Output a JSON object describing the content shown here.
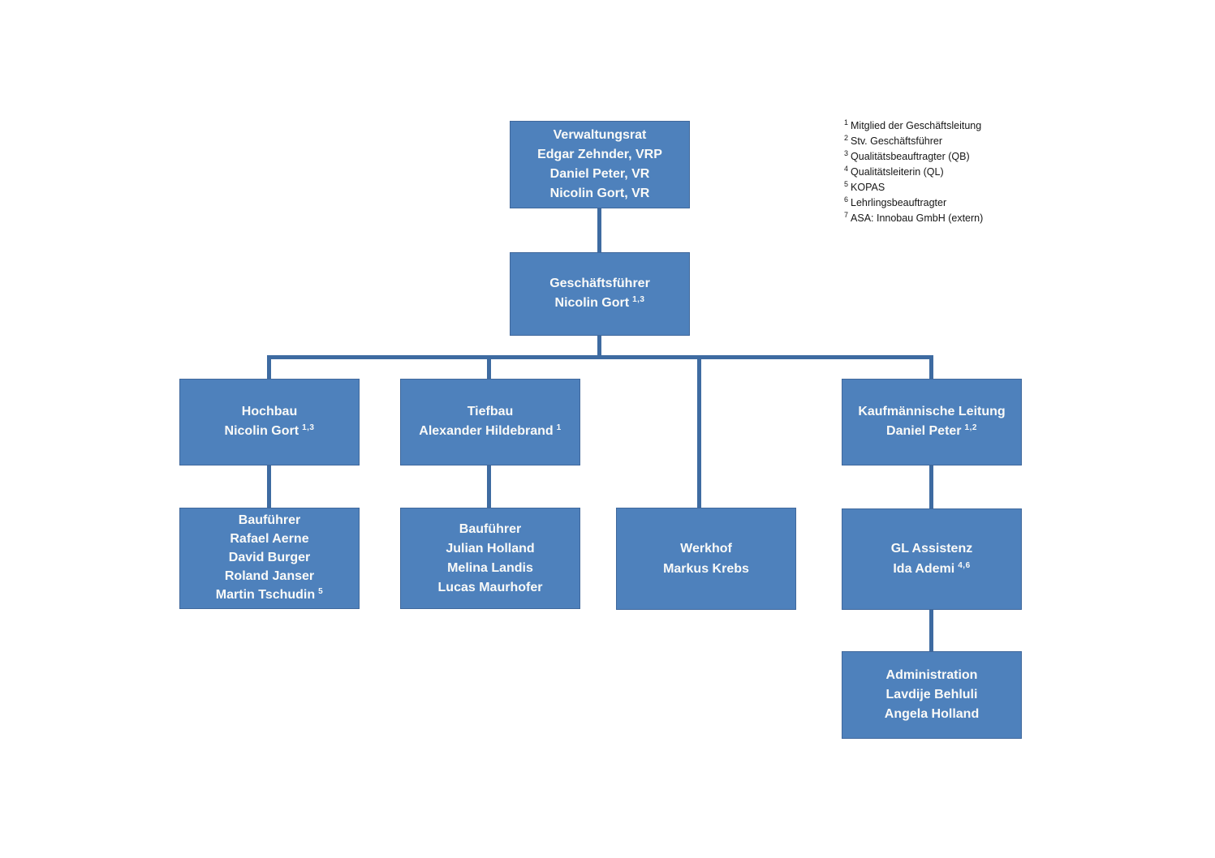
{
  "colors": {
    "box_fill": "#4e81bc",
    "box_border": "#40689c",
    "connector": "#3e6ba1",
    "box_text": "#fafaf8",
    "legend_text": "#161616"
  },
  "boxes": {
    "verwaltungsrat": {
      "title": "Verwaltungsrat",
      "member1": "Edgar Zehnder, VRP",
      "member2": "Daniel Peter, VR",
      "member3": "Nicolin Gort, VR"
    },
    "geschaeftsfuehrer": {
      "title": "Geschäftsführer",
      "name": "Nicolin Gort",
      "sup": "1,3"
    },
    "hochbau": {
      "title": "Hochbau",
      "name": "Nicolin Gort",
      "sup": "1,3"
    },
    "tiefbau": {
      "title": "Tiefbau",
      "name": "Alexander Hildebrand",
      "sup": "1"
    },
    "kaufmaennische_leitung": {
      "title": "Kaufmännische Leitung",
      "name": "Daniel Peter",
      "sup": "1,2"
    },
    "baufuehrer_hochbau": {
      "title": "Bauführer",
      "name1": "Rafael Aerne",
      "name2": "David Burger",
      "name3": "Roland Janser",
      "name4": "Martin Tschudin",
      "name4_sup": "5"
    },
    "baufuehrer_tiefbau": {
      "title": "Bauführer",
      "name1": "Julian Holland",
      "name2": "Melina Landis",
      "name3": "Lucas Maurhofer"
    },
    "werkhof": {
      "title": "Werkhof",
      "name": "Markus Krebs"
    },
    "gl_assistenz": {
      "title": "GL Assistenz",
      "name": "Ida Ademi",
      "sup": "4,6"
    },
    "administration": {
      "title": "Administration",
      "name1": "Lavdije Behluli",
      "name2": "Angela Holland"
    }
  },
  "legend": {
    "items": [
      {
        "n": "1",
        "text": "Mitglied der Geschäftsleitung"
      },
      {
        "n": "2",
        "text": "Stv. Geschäftsführer"
      },
      {
        "n": "3",
        "text": "Qualitätsbeauftragter (QB)"
      },
      {
        "n": "4",
        "text": "Qualitätsleiterin (QL)"
      },
      {
        "n": "5",
        "text": "KOPAS"
      },
      {
        "n": "6",
        "text": "Lehrlingsbeauftragter"
      },
      {
        "n": "7",
        "text": "ASA: Innobau GmbH (extern)"
      }
    ]
  }
}
